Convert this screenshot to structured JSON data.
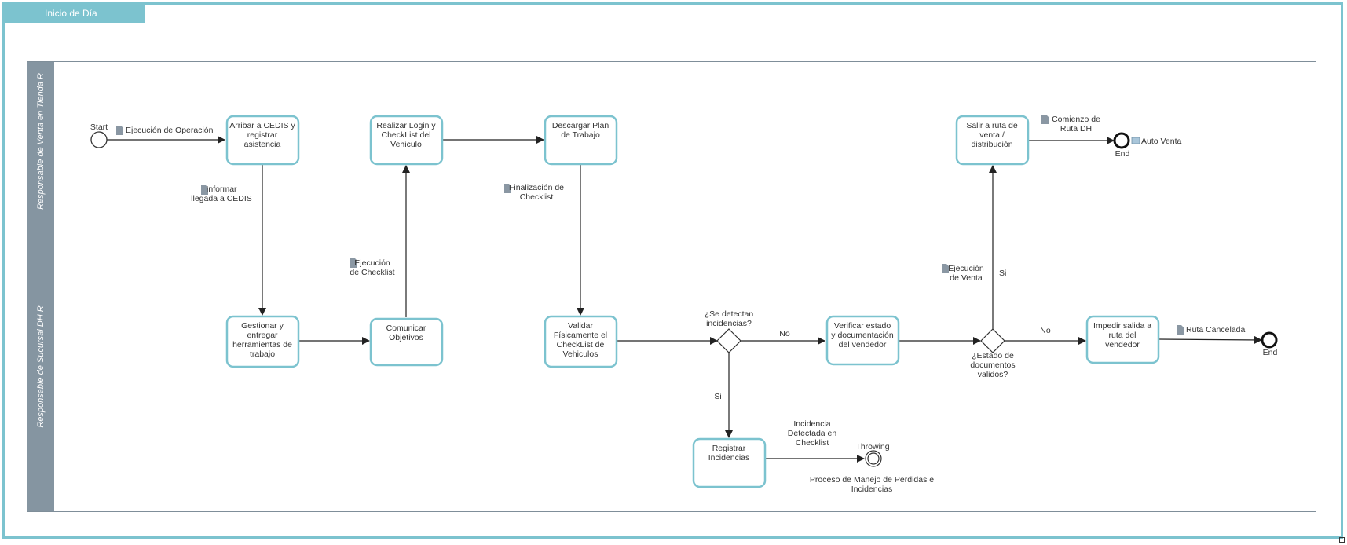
{
  "header": {
    "tab_label": "Inicio de Día"
  },
  "lanes": [
    {
      "label": "Responsable de Venta en Tienda R"
    },
    {
      "label": "Responsable de Sucursal DH R"
    }
  ],
  "events": {
    "start": "Start",
    "end_top": "End",
    "end_bottom": "End",
    "throwing": "Throwing"
  },
  "tasks": {
    "arribar": [
      "Arribar a CEDIS y",
      "registrar",
      "asistencia"
    ],
    "login": [
      "Realizar Login y",
      "CheckList del",
      "Vehiculo"
    ],
    "descargar": [
      "Descargar Plan",
      "de Trabajo"
    ],
    "salir": [
      "Salir a ruta de",
      "venta /",
      "distribución"
    ],
    "gestionar": [
      "Gestionar y",
      "entregar",
      "herramientas de",
      "trabajo"
    ],
    "comunicar": [
      "Comunicar",
      "Objetivos"
    ],
    "validar": [
      "Validar",
      "Físicamente el",
      "CheckList de",
      "Vehiculos"
    ],
    "verificar": [
      "Verificar estado",
      "y documentación",
      "del vendedor"
    ],
    "impedir": [
      "Impedir salida a",
      "ruta del",
      "vendedor"
    ],
    "registrar": [
      "Registrar",
      "Incidencias"
    ]
  },
  "gateways": {
    "incidencias": [
      "¿Se detectan",
      "incidencias?"
    ],
    "documentos": [
      "¿Estado de",
      "documentos",
      "validos?"
    ]
  },
  "flow_labels": {
    "ejecucion_operacion": [
      "Ejecución de Operación"
    ],
    "informar": [
      "Informar",
      "llegada a CEDIS"
    ],
    "ejecucion_checklist": [
      "Ejecución",
      "de Checklist"
    ],
    "finalizacion": [
      "Finalización de",
      "Checklist"
    ],
    "comienzo_ruta": [
      "Comienzo de",
      "Ruta DH"
    ],
    "auto_venta": [
      "Auto Venta"
    ],
    "ejecucion_venta": [
      "Ejecución",
      "de Venta"
    ],
    "si_up": [
      "Si"
    ],
    "no_1": [
      "No"
    ],
    "no_2": [
      "No"
    ],
    "si_down": [
      "Si"
    ],
    "ruta_cancelada": [
      "Ruta Cancelada"
    ],
    "incidencia_detectada": [
      "Incidencia",
      "Detectada en",
      "Checklist"
    ],
    "proceso_manejo": [
      "Proceso de Manejo de Perdidas e",
      "Incidencias"
    ]
  },
  "colors": {
    "task_stroke": "#7cc3cf",
    "lane_header": "#8595a1",
    "frame": "#7cc3cf",
    "line": "#222222"
  }
}
